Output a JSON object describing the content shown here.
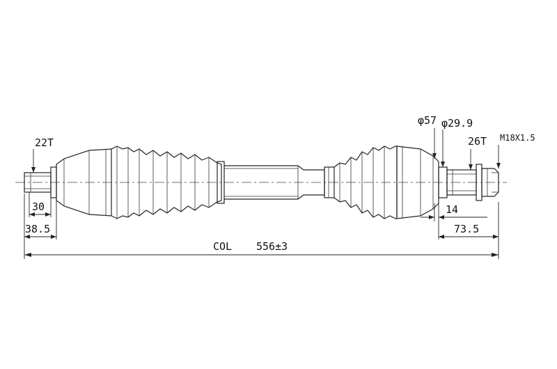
{
  "labels": {
    "spline_left": "22T",
    "dim_30": "30",
    "dim_38_5": "38.5",
    "dim_col": "COL",
    "dim_total": "556±3",
    "dia_57": "φ57",
    "dia_29_9": "φ29.9",
    "spline_right": "26T",
    "thread": "M18X1.5",
    "dim_14": "14",
    "dim_73_5": "73.5"
  }
}
